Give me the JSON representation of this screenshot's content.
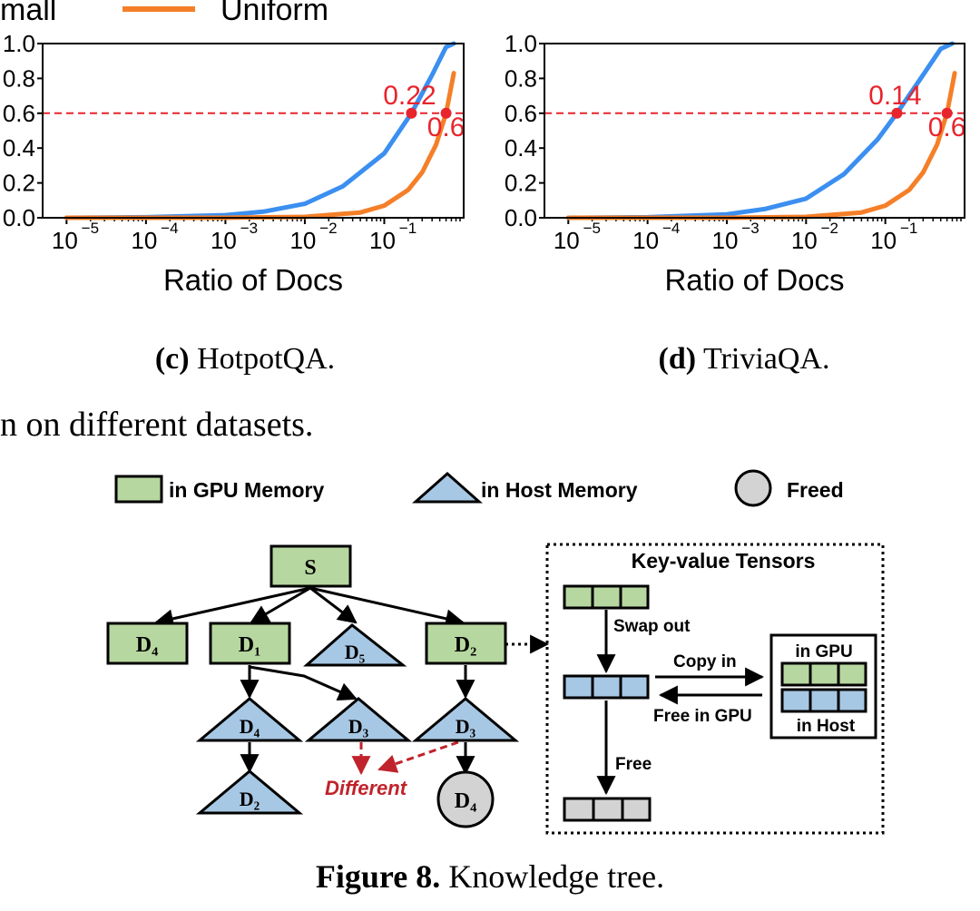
{
  "legend_top": {
    "partial_left": "mall",
    "uniform": "Uniform"
  },
  "chart_data": [
    {
      "type": "line",
      "xscale": "log",
      "xlim": [
        5e-06,
        1
      ],
      "ylim": [
        0,
        1
      ],
      "xlabel": "Ratio of Docs",
      "x_ticks": [
        "10",
        "10",
        "10",
        "10",
        "10"
      ],
      "x_tick_exps": [
        "-5",
        "-4",
        "-3",
        "-2",
        "-1"
      ],
      "y_ticks": [
        "0.0",
        "0.2",
        "0.4",
        "0.6",
        "0.8",
        "1.0"
      ],
      "series": [
        {
          "color": "#3b8ff0",
          "x": [
            1e-05,
            0.0001,
            0.001,
            0.003,
            0.01,
            0.03,
            0.1,
            0.22,
            0.4,
            0.6,
            0.75
          ],
          "y": [
            0.0,
            0.003,
            0.015,
            0.035,
            0.08,
            0.18,
            0.37,
            0.6,
            0.82,
            0.98,
            1.0
          ]
        },
        {
          "name": "Uniform",
          "color": "#f57f28",
          "x": [
            1e-05,
            0.001,
            0.01,
            0.05,
            0.1,
            0.2,
            0.3,
            0.45,
            0.6,
            0.75
          ],
          "y": [
            0.0,
            0.0,
            0.005,
            0.03,
            0.07,
            0.16,
            0.26,
            0.42,
            0.6,
            0.83
          ]
        }
      ],
      "hline": 0.6,
      "annotations": [
        {
          "text": "0.22",
          "x": 0.22,
          "y": 0.6
        },
        {
          "text": "0.6",
          "x": 0.6,
          "y": 0.6
        }
      ],
      "caption_label": "(c)",
      "caption_text": " HotpotQA."
    },
    {
      "type": "line",
      "xscale": "log",
      "xlim": [
        5e-06,
        1
      ],
      "ylim": [
        0,
        1
      ],
      "xlabel": "Ratio of Docs",
      "x_ticks": [
        "10",
        "10",
        "10",
        "10",
        "10"
      ],
      "x_tick_exps": [
        "-5",
        "-4",
        "-3",
        "-2",
        "-1"
      ],
      "y_ticks": [
        "0.0",
        "0.2",
        "0.4",
        "0.6",
        "0.8",
        "1.0"
      ],
      "series": [
        {
          "color": "#3b8ff0",
          "x": [
            1e-05,
            0.0001,
            0.001,
            0.003,
            0.01,
            0.03,
            0.08,
            0.14,
            0.3,
            0.5,
            0.7
          ],
          "y": [
            0.0,
            0.003,
            0.02,
            0.05,
            0.11,
            0.25,
            0.45,
            0.6,
            0.82,
            0.97,
            1.0
          ]
        },
        {
          "name": "Uniform",
          "color": "#f57f28",
          "x": [
            1e-05,
            0.001,
            0.01,
            0.05,
            0.1,
            0.2,
            0.3,
            0.45,
            0.6,
            0.75
          ],
          "y": [
            0.0,
            0.0,
            0.005,
            0.03,
            0.07,
            0.16,
            0.26,
            0.42,
            0.6,
            0.83
          ]
        }
      ],
      "hline": 0.6,
      "annotations": [
        {
          "text": "0.14",
          "x": 0.14,
          "y": 0.6
        },
        {
          "text": "0.6",
          "x": 0.6,
          "y": 0.6
        }
      ],
      "caption_label": "(d)",
      "caption_text": " TriviaQA."
    }
  ],
  "caption_line": "n on different datasets.",
  "diagram": {
    "legend": {
      "gpu": "in GPU Memory",
      "host": "in Host Memory",
      "freed": "Freed"
    },
    "colors": {
      "gpu": "#b7d7a0",
      "host": "#a7c8e4",
      "freed": "#d3d3d3",
      "red": "#c0232b"
    },
    "nodes": {
      "root": "S",
      "d4_top": "D₄",
      "d1": "D₁",
      "d5": "D₅",
      "d2_top": "D₂",
      "d4_mid": "D₄",
      "d3_mid": "D₃",
      "d3_right": "D₃",
      "d2_bottom": "D₂",
      "d4_freed": "D₄"
    },
    "different": "Different",
    "kv": {
      "title": "Key-value Tensors",
      "swap_out": "Swap out",
      "copy_in": "Copy in",
      "free_in_gpu": "Free in GPU",
      "free": "Free",
      "in_gpu": "in GPU",
      "in_host": "in Host"
    },
    "figure_label": "Figure 8.",
    "figure_text": " Knowledge tree."
  }
}
